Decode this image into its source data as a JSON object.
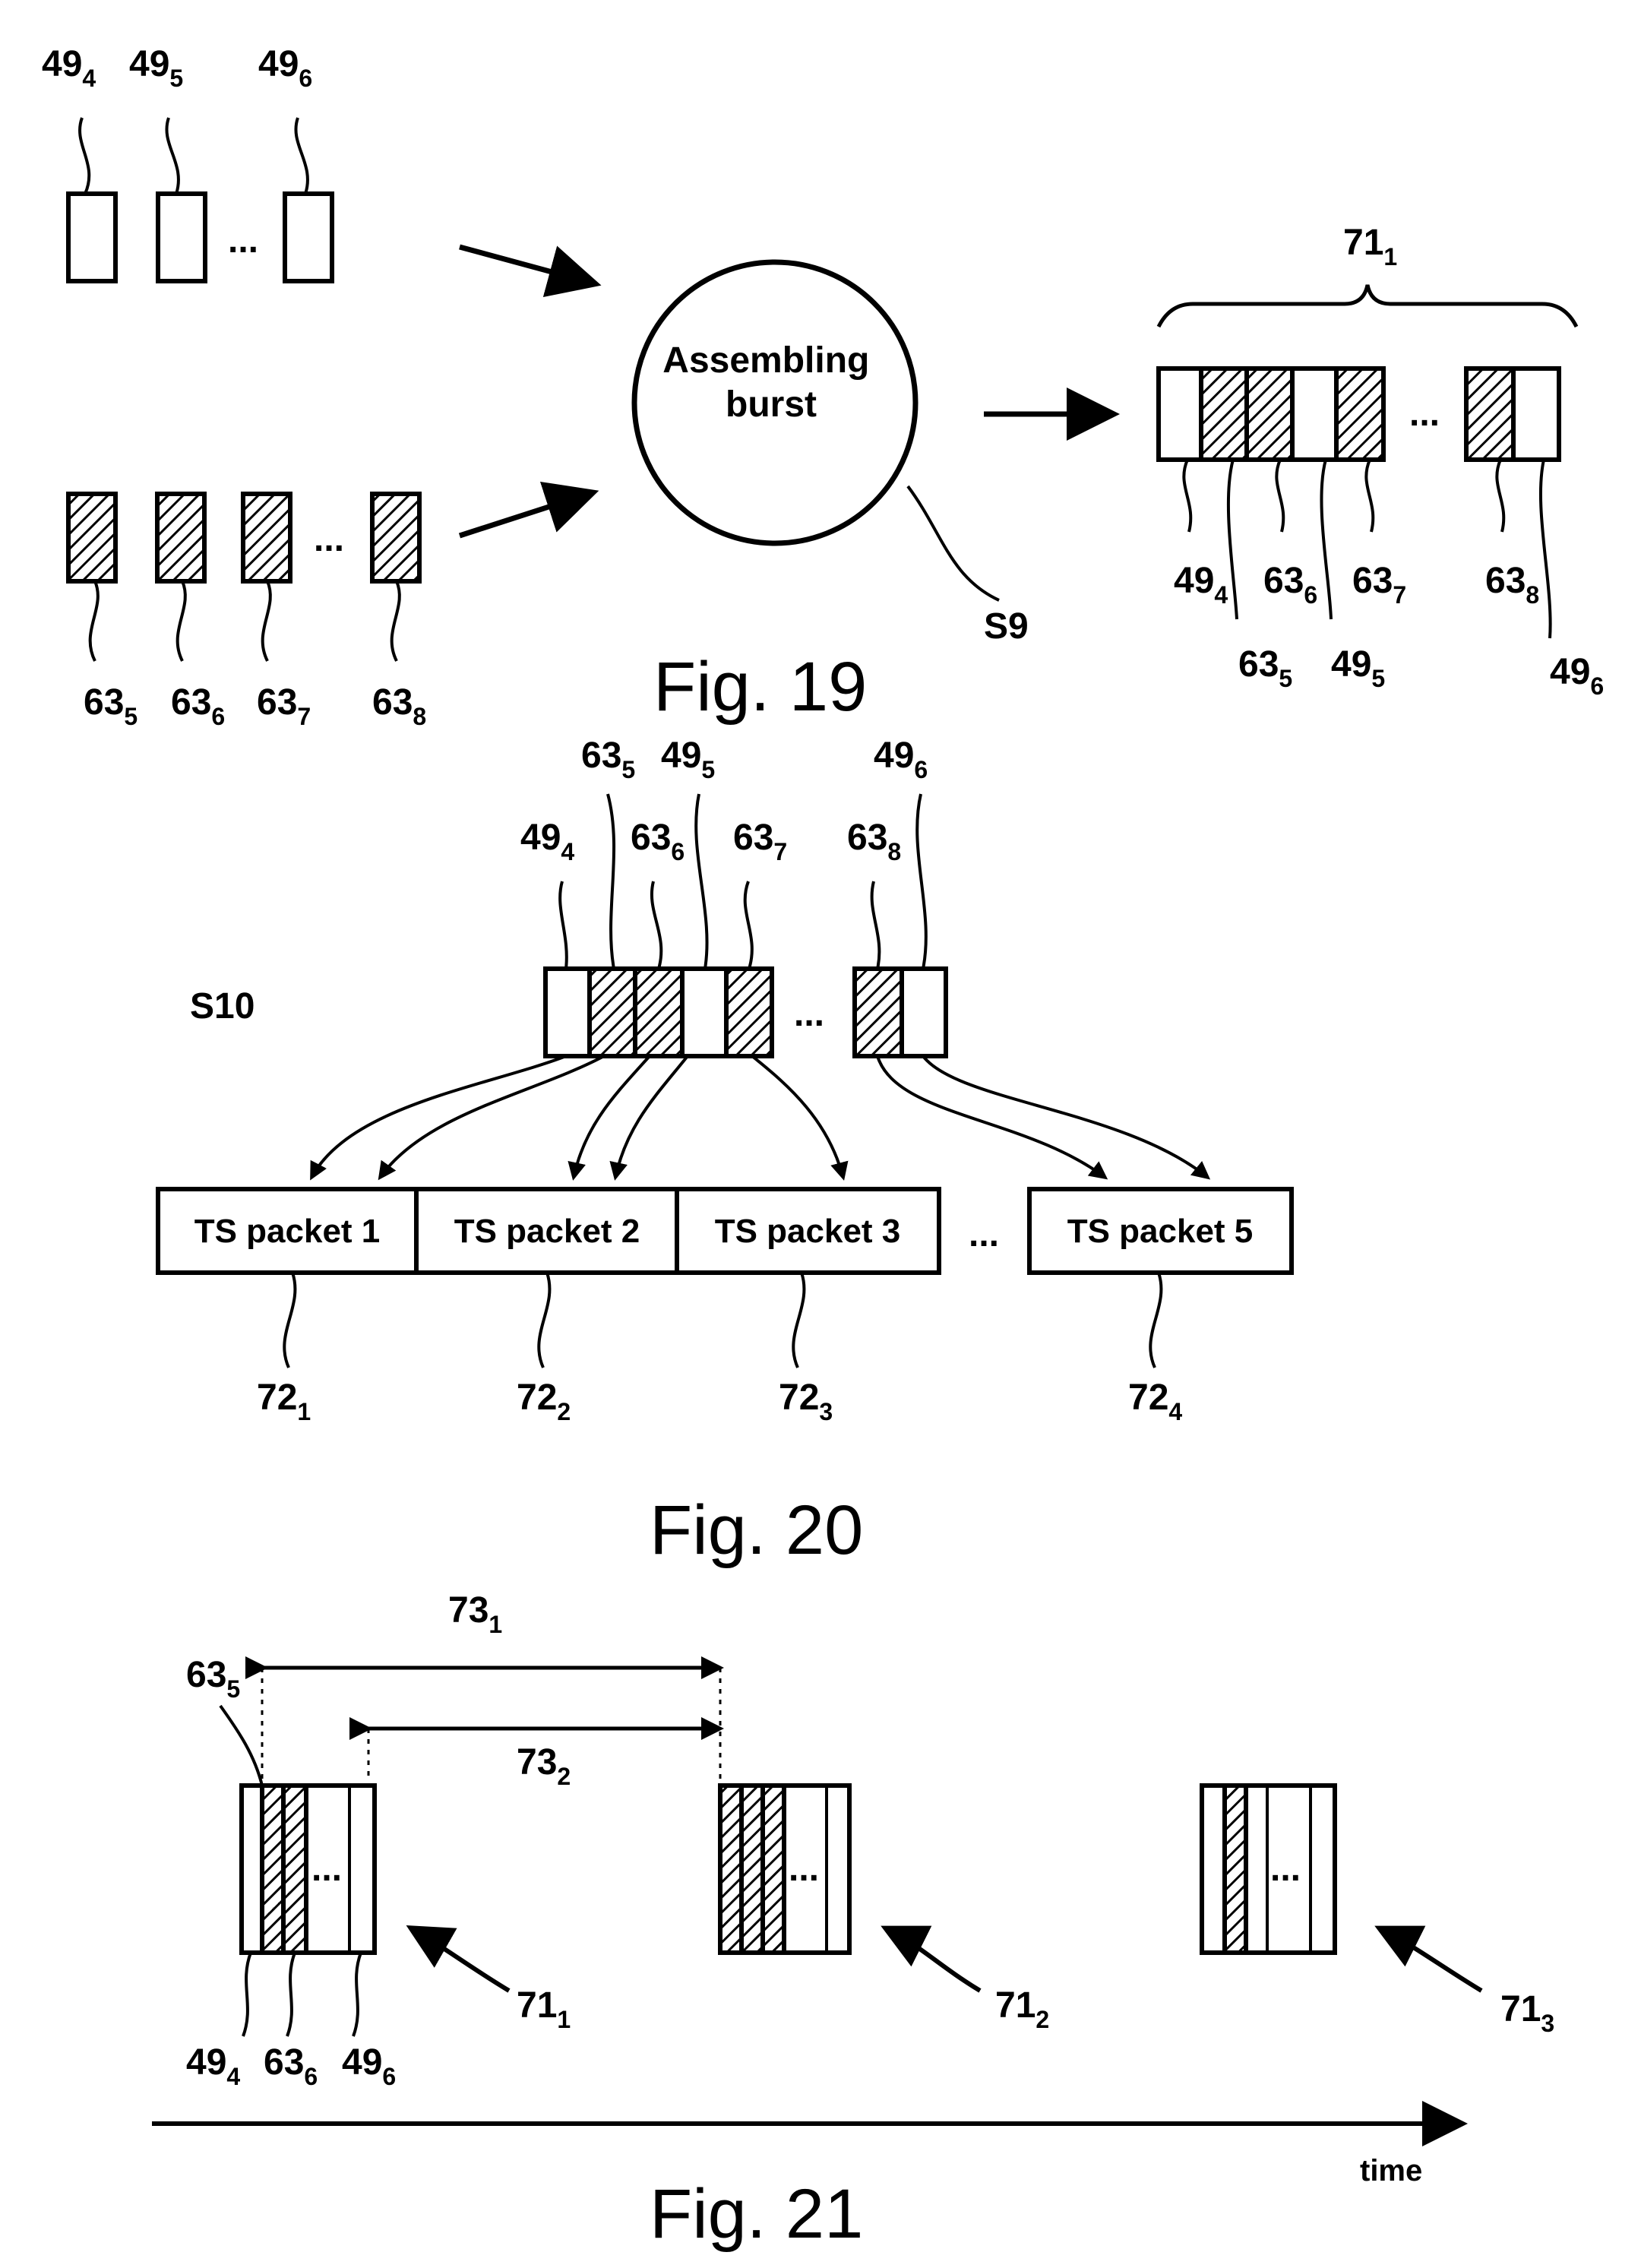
{
  "fig19": {
    "caption": "Fig. 19",
    "process_label": "Assembling\nburst",
    "process_ref": "S9",
    "inputs_plain": [
      "49_4",
      "49_5",
      "49_6"
    ],
    "inputs_hatched": [
      "63_5",
      "63_6",
      "63_7",
      "63_8"
    ],
    "burst_ref": "71_1",
    "burst_labels_row1": [
      "49_4",
      "63_6",
      "63_7",
      "63_8"
    ],
    "burst_labels_row2": [
      "63_5",
      "49_5",
      "49_6"
    ],
    "ellipsis": "..."
  },
  "fig20": {
    "caption": "Fig. 20",
    "step_ref": "S10",
    "top_labels": [
      "63_5",
      "49_5",
      "49_6",
      "49_4",
      "63_6",
      "63_7",
      "63_8"
    ],
    "packets": [
      "TS packet 1",
      "TS packet 2",
      "TS packet 3",
      "TS packet 5"
    ],
    "packet_refs": [
      "72_1",
      "72_2",
      "72_3",
      "72_4"
    ],
    "ellipsis": "..."
  },
  "fig21": {
    "caption": "Fig. 21",
    "interval_refs": [
      "73_1",
      "73_2"
    ],
    "top_ref": "63_5",
    "bottom_refs": [
      "49_4",
      "63_6",
      "49_6"
    ],
    "burst_refs": [
      "71_1",
      "71_2",
      "71_3"
    ],
    "axis_label": "time",
    "ellipsis": "..."
  }
}
